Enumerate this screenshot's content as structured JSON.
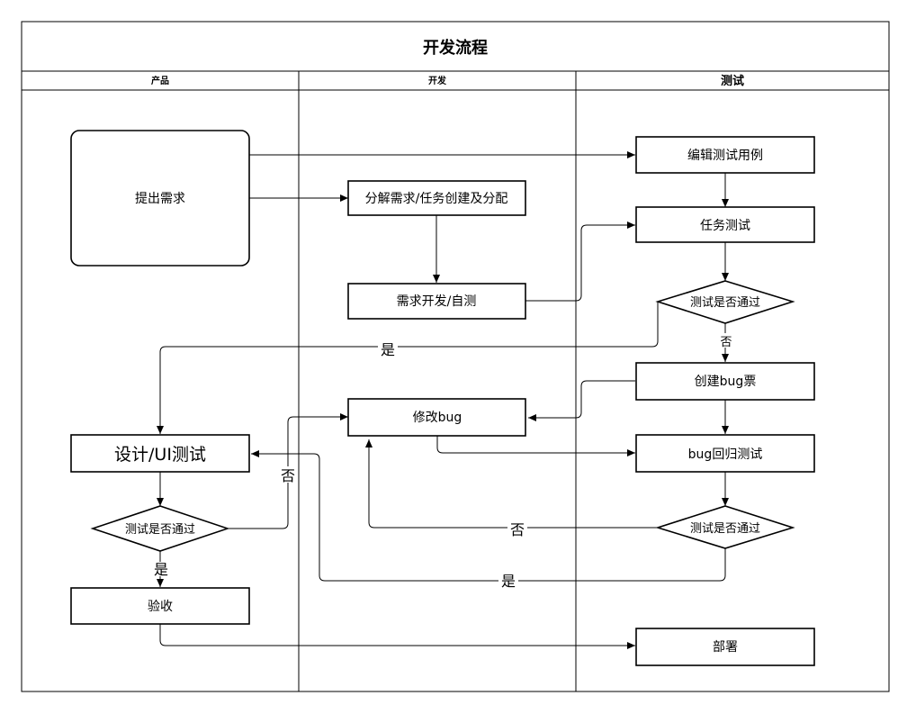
{
  "title": "开发流程",
  "lanes": {
    "product": "产品",
    "dev": "开发",
    "test": "测试"
  },
  "nodes": {
    "raise_requirement": "提出需求",
    "decompose_tasks": "分解需求/任务创建及分配",
    "dev_selftest": "需求开发/自测",
    "edit_test_cases": "编辑测试用例",
    "task_test": "任务测试",
    "test_pass_1": "测试是否通过",
    "create_bug_ticket": "创建bug票",
    "fix_bug": "修改bug",
    "bug_regression": "bug回归测试",
    "test_pass_2": "测试是否通过",
    "design_ui_test": "设计/UI测试",
    "test_pass_3": "测试是否通过",
    "acceptance": "验收",
    "deploy": "部署"
  },
  "edge_labels": {
    "yes_1": "是",
    "no_1": "否",
    "no_2": "否",
    "no_3": "否",
    "yes_2": "是",
    "yes_3": "是"
  }
}
